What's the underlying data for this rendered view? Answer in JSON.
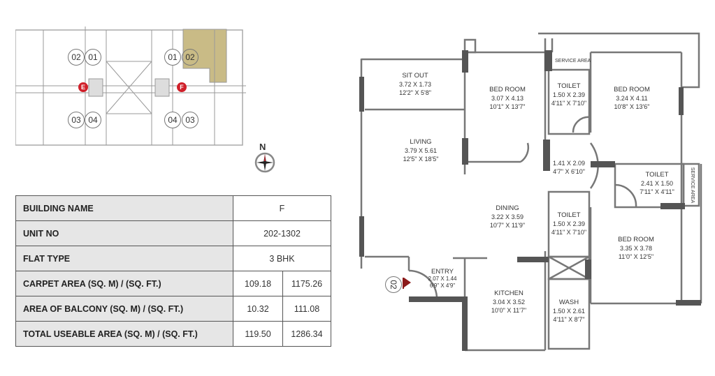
{
  "key_plan": {
    "units_top_left": [
      "02",
      "01"
    ],
    "units_top_right": [
      "01",
      "02"
    ],
    "units_bottom_left": [
      "03",
      "04"
    ],
    "units_bottom_right": [
      "04",
      "03"
    ],
    "core_left": "E",
    "core_right": "F",
    "highlight_color": "#c9bb86",
    "core_color": "#d0202a",
    "north_label": "N"
  },
  "table": {
    "rows": [
      {
        "label": "BUILDING NAME",
        "value": "F"
      },
      {
        "label": "UNIT NO",
        "value": "202-1302"
      },
      {
        "label": "FLAT TYPE",
        "value": "3 BHK"
      },
      {
        "label": "CARPET AREA (SQ. M) / (SQ. FT.)",
        "sqm": "109.18",
        "sqft": "1175.26"
      },
      {
        "label": "AREA OF BALCONY (SQ. M) / (SQ. FT.)",
        "sqm": "10.32",
        "sqft": "111.08"
      },
      {
        "label": "TOTAL USEABLE AREA (SQ. M) / (SQ. FT.)",
        "sqm": "119.50",
        "sqft": "1286.34"
      }
    ]
  },
  "plan": {
    "unit_marker": "02",
    "service_area_top": "SERVICE AREA",
    "service_area_right": "SERVICE AREA",
    "rooms": [
      {
        "name": "SIT OUT",
        "metric": "3.72 X 1.73",
        "imperial": "12'2\" X 5'8\""
      },
      {
        "name": "BED ROOM",
        "metric": "3.07 X 4.13",
        "imperial": "10'1\" X 13'7\""
      },
      {
        "name": "TOILET",
        "metric": "1.50 X 2.39",
        "imperial": "4'11\" X 7'10\""
      },
      {
        "name": "BED ROOM",
        "metric": "3.24 X 4.11",
        "imperial": "10'8\" X 13'6\""
      },
      {
        "name": "LIVING",
        "metric": "3.79 X 5.61",
        "imperial": "12'5\" X 18'5\""
      },
      {
        "name": "",
        "metric": "1.41 X 2.09",
        "imperial": "4'7\" X 6'10\""
      },
      {
        "name": "TOILET",
        "metric": "2.41 X 1.50",
        "imperial": "7'11\" X 4'11\""
      },
      {
        "name": "DINING",
        "metric": "3.22 X 3.59",
        "imperial": "10'7\" X 11'9\""
      },
      {
        "name": "TOILET",
        "metric": "1.50 X 2.39",
        "imperial": "4'11\" X 7'10\""
      },
      {
        "name": "BED ROOM",
        "metric": "3.35 X 3.78",
        "imperial": "11'0\" X 12'5\""
      },
      {
        "name": "ENTRY",
        "metric": "2.07 X 1.44",
        "imperial": "6'9\" X 4'9\""
      },
      {
        "name": "KITCHEN",
        "metric": "3.04 X 3.52",
        "imperial": "10'0\" X 11'7\""
      },
      {
        "name": "WASH",
        "metric": "1.50 X 2.61",
        "imperial": "4'11\" X 8'7\""
      }
    ]
  }
}
